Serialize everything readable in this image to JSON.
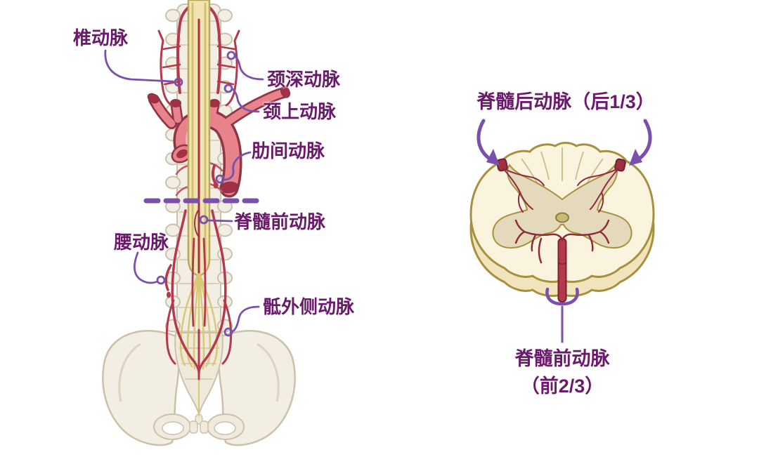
{
  "left_panel": {
    "labels": {
      "vertebral": "椎动脉",
      "deep_cervical": "颈深动脉",
      "superior_cervical": "颈上动脉",
      "intercostal": "肋间动脉",
      "anterior_spinal": "脊髓前动脉",
      "lumbar": "腰动脉",
      "lateral_sacral": "骶外侧动脉"
    }
  },
  "right_panel": {
    "labels": {
      "posterior_spinal": "脊髓后动脉（后1/3）",
      "anterior_spinal_line1": "脊髓前动脉",
      "anterior_spinal_line2": "（前2/3）"
    }
  },
  "colors": {
    "label_text": "#6A1A6A",
    "leader": "#7A50AC",
    "artery_pink": "#E8838C",
    "artery_outline": "#8F3545",
    "artery_lumen": "#A53046",
    "artery_small_red": "#B5394C",
    "artery_dark_red": "#A93044",
    "cord_yellow": "#F0E5B0",
    "cord_edge": "#BCA65A",
    "bone_cream": "#F3EEE3",
    "bone_outline": "#CBC1AB",
    "section_cream": "#FAF4DE",
    "section_depth": "#F1E4BC",
    "section_outline": "#A6903E",
    "gray_matter": "#E4DABB"
  }
}
